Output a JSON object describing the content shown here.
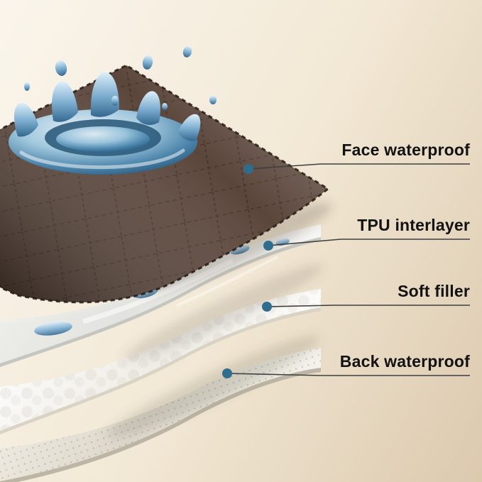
{
  "callouts": [
    {
      "label": "Face waterproof"
    },
    {
      "label": "TPU interlayer"
    },
    {
      "label": "Soft filler"
    },
    {
      "label": "Back waterproof"
    }
  ],
  "colors": {
    "bg_1": "#faf5ec",
    "bg_2": "#f2e8d5",
    "bg_3": "#dcc9ae",
    "label": "#121212",
    "line": "#3f3f3f",
    "dot": "#2e6d8e",
    "face_layer": "#5b463b",
    "water": "#4f8cb5"
  }
}
